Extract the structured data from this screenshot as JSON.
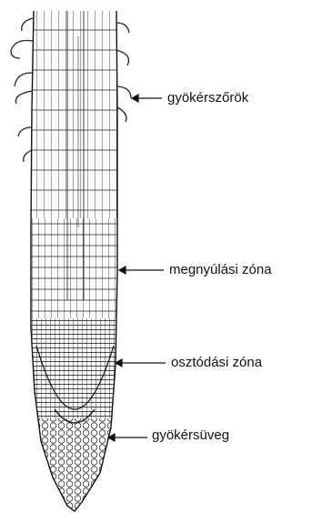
{
  "labels": [
    "gyökérszőrök",
    "megnyúlási zóna",
    "osztódási zóna",
    "gyökérsüveg"
  ]
}
